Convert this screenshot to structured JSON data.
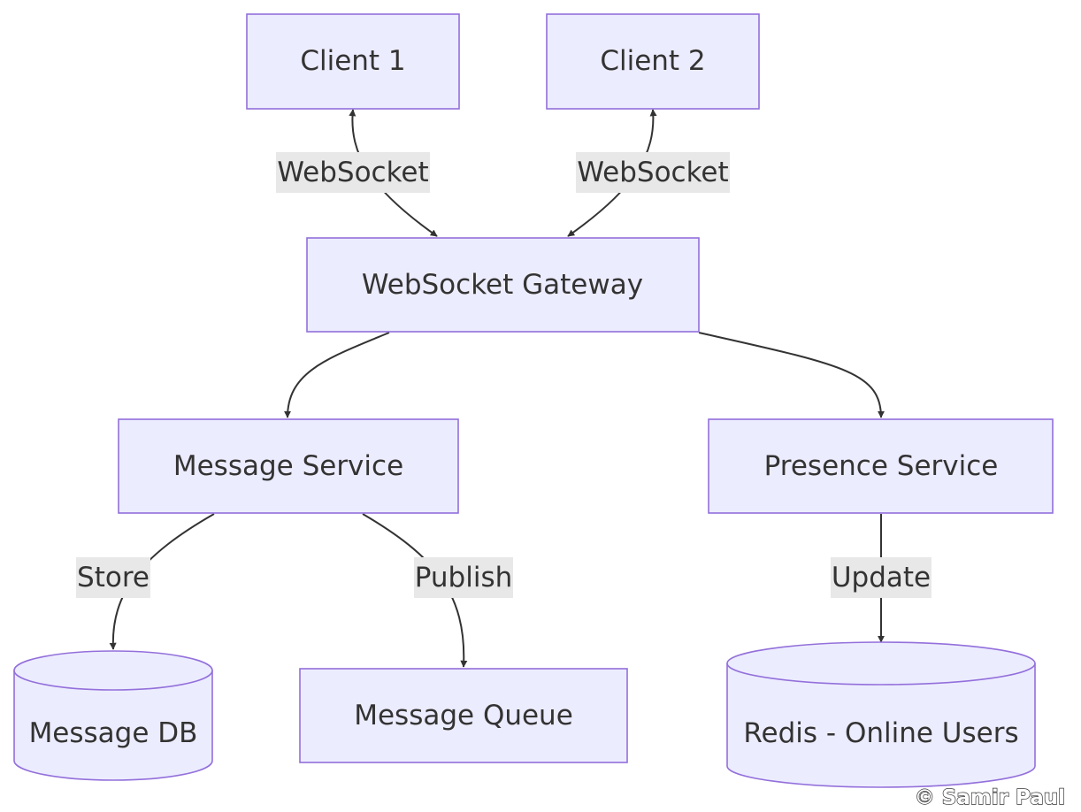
{
  "nodes": {
    "client1": "Client 1",
    "client2": "Client 2",
    "gateway": "WebSocket Gateway",
    "message_service": "Message Service",
    "presence_service": "Presence Service",
    "message_db": "Message DB",
    "message_queue": "Message Queue",
    "redis": "Redis - Online Users"
  },
  "edges": {
    "client1_gateway": "WebSocket",
    "client2_gateway": "WebSocket",
    "gateway_message": "",
    "gateway_presence": "",
    "message_db": "Store",
    "message_queue": "Publish",
    "presence_redis": "Update"
  },
  "credit": "© Samir Paul",
  "colors": {
    "node_fill": "#ECECFF",
    "node_stroke": "#9370DB",
    "edge": "#333333",
    "label_bg": "#e8e8e8",
    "text": "#333333"
  }
}
